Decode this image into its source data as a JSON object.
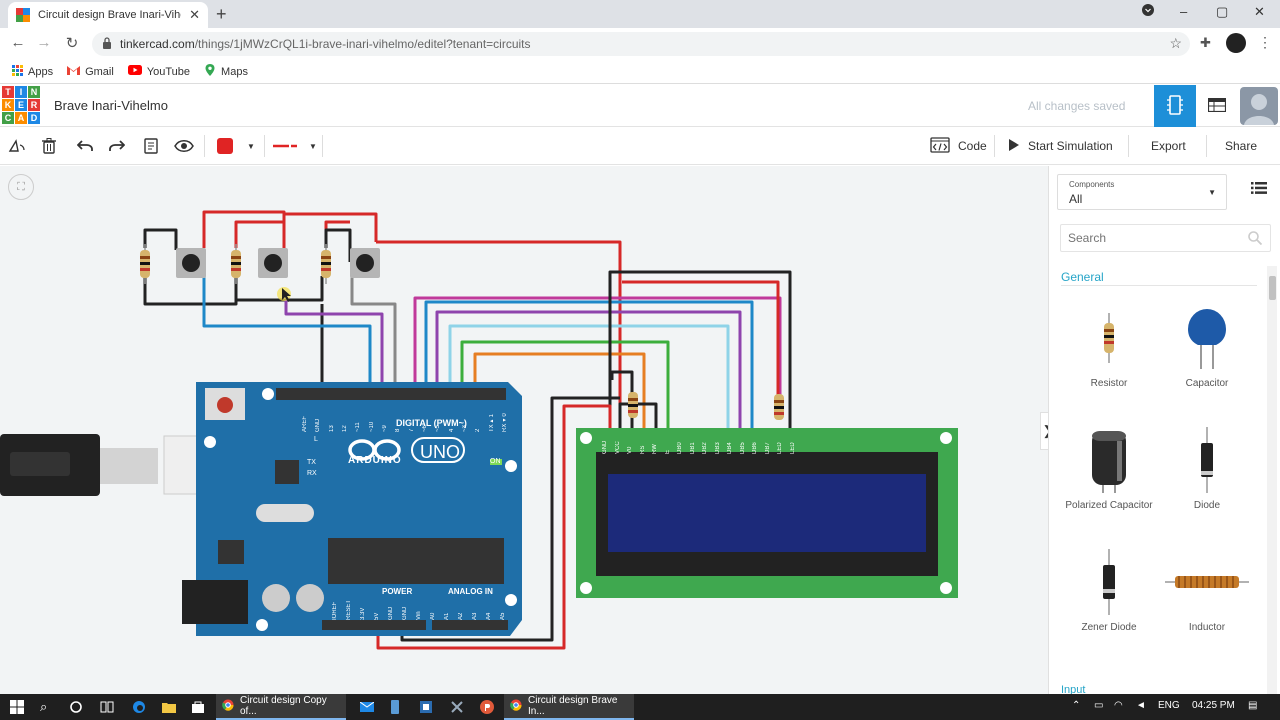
{
  "browser": {
    "tab_title": "Circuit design Brave Inari-Vihelmo",
    "new_tab_icon": "plus-icon",
    "url_host": "tinkercad.com",
    "url_rest": "/things/1jMWzCrQL1i-brave-inari-vihelmo/editel?tenant=circuits",
    "bookmarks": [
      {
        "label": "Apps",
        "icon": "apps-grid-icon"
      },
      {
        "label": "Gmail",
        "icon": "gmail-icon"
      },
      {
        "label": "YouTube",
        "icon": "youtube-icon"
      },
      {
        "label": "Maps",
        "icon": "maps-icon"
      }
    ]
  },
  "header": {
    "logo_letters": [
      "T",
      "I",
      "N",
      "K",
      "E",
      "R",
      "C",
      "A",
      "D"
    ],
    "logo_colors": [
      "#e53935",
      "#1e88e5",
      "#43a047",
      "#fb8c00",
      "#1e88e5",
      "#e53935",
      "#43a047",
      "#fb8c00",
      "#1e88e5"
    ],
    "project_title": "Brave Inari-Vihelmo",
    "save_status": "All changes saved",
    "accent": "#1d8fd8"
  },
  "toolbar": {
    "code_label": "Code",
    "simulate_label": "Start Simulation",
    "export_label": "Export",
    "share_label": "Share",
    "wire_color": "#e02424"
  },
  "canvas": {
    "arduino_labels": {
      "brand": "ARDUINO",
      "model": "UNO",
      "digital": "DIGITAL (PWM~)",
      "power": "POWER",
      "analog": "ANALOG IN",
      "on": "ON",
      "l": "L",
      "tx": "TX",
      "rx": "RX",
      "top_pins": [
        "AREF",
        "GND",
        "13",
        "12",
        "~11",
        "~10",
        "~9",
        "8",
        "7",
        "~6",
        "~5",
        "4",
        "~3",
        "2",
        "TX▸1",
        "RX◂0"
      ],
      "bottom_pins": [
        "IOREF",
        "RESET",
        "3.3V",
        "5V",
        "GND",
        "GND",
        "Vin",
        "A0",
        "A1",
        "A2",
        "A3",
        "A4",
        "A5"
      ]
    },
    "lcd_pins": [
      "GND",
      "VCC",
      "V0",
      "RS",
      "RW",
      "E",
      "DB0",
      "DB1",
      "DB2",
      "DB3",
      "DB4",
      "DB5",
      "DB6",
      "DB7",
      "LED",
      "LED"
    ]
  },
  "panel": {
    "components_label": "Components",
    "components_value": "All",
    "search_placeholder": "Search",
    "category": "General",
    "next_category": "Input",
    "items": [
      {
        "label": "Resistor"
      },
      {
        "label": "Capacitor"
      },
      {
        "label": "Polarized Capacitor"
      },
      {
        "label": "Diode"
      },
      {
        "label": "Zener Diode"
      },
      {
        "label": "Inductor"
      }
    ]
  },
  "taskbar": {
    "tasks": [
      "Circuit design Copy of...",
      "Circuit design Brave In..."
    ],
    "language": "ENG",
    "time": "04:25 PM"
  }
}
